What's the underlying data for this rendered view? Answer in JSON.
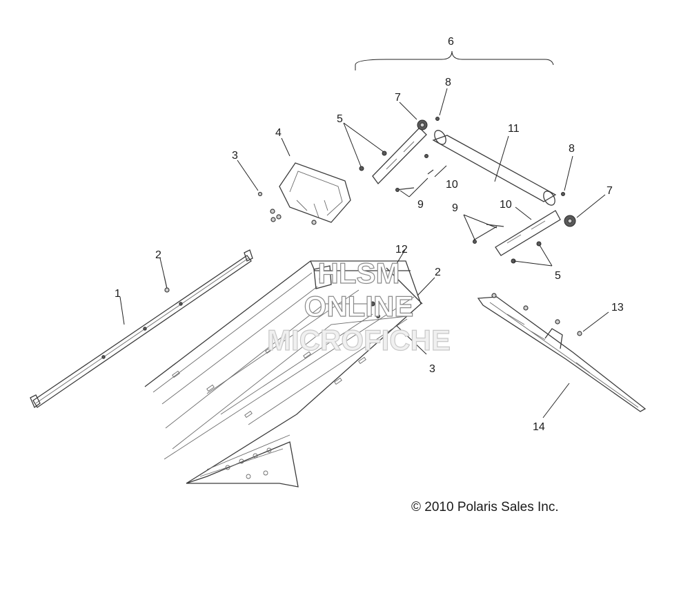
{
  "diagram": {
    "callouts": {
      "c1": "1",
      "c2a": "2",
      "c2b": "2",
      "c3a": "3",
      "c3b": "3",
      "c4": "4",
      "c5a": "5",
      "c5b": "5",
      "c6": "6",
      "c7a": "7",
      "c7b": "7",
      "c8a": "8",
      "c8b": "8",
      "c9a": "9",
      "c9b": "9",
      "c10a": "10",
      "c10b": "10",
      "c11": "11",
      "c12": "12",
      "c13": "13",
      "c14": "14"
    },
    "watermark": {
      "line1": "HLSM",
      "line2": "ONLINE",
      "line3": "MICROFICHE"
    },
    "copyright": "© 2010 Polaris Sales Inc."
  }
}
